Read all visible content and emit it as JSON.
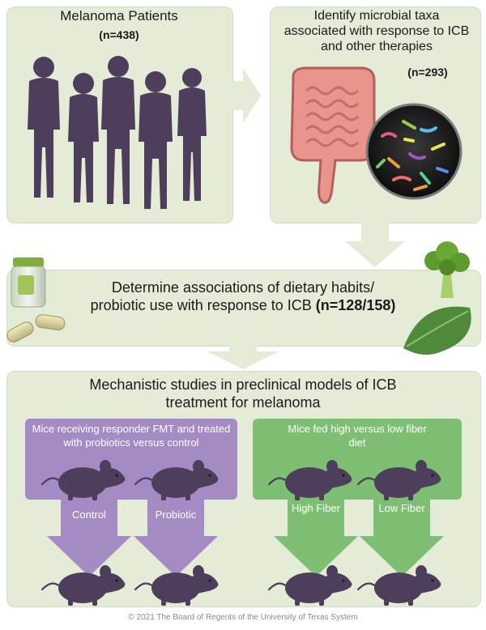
{
  "patients": {
    "title": "Melanoma Patients",
    "count": "(n=438)"
  },
  "microbial": {
    "title": "Identify microbial taxa associated with response to ICB and other therapies",
    "count": "(n=293)"
  },
  "diet": {
    "title_line1": "Determine associations of dietary habits/",
    "title_line2_text": "probiotic use with response to ICB",
    "title_line2_count": "(n=128/158)"
  },
  "mechanistic": {
    "title": "Mechanistic studies in preclinical models of ICB treatment for melanoma"
  },
  "fmt_group": {
    "title": "Mice receiving responder FMT and treated with probiotics versus control",
    "arm_left": "Control",
    "arm_right": "Probiotic",
    "color": "#a48bc4"
  },
  "fiber_group": {
    "title": "Mice fed high versus low fiber diet",
    "arm_left": "High Fiber",
    "arm_right": "Low Fiber",
    "color": "#7fbf73"
  },
  "colors": {
    "panel_bg": "#e4ebd7",
    "connector_arrow": "#e4ebd7",
    "silhouette": "#4d3f5c"
  },
  "footer": "© 2021 The Board of Regents of the University of Texas System"
}
